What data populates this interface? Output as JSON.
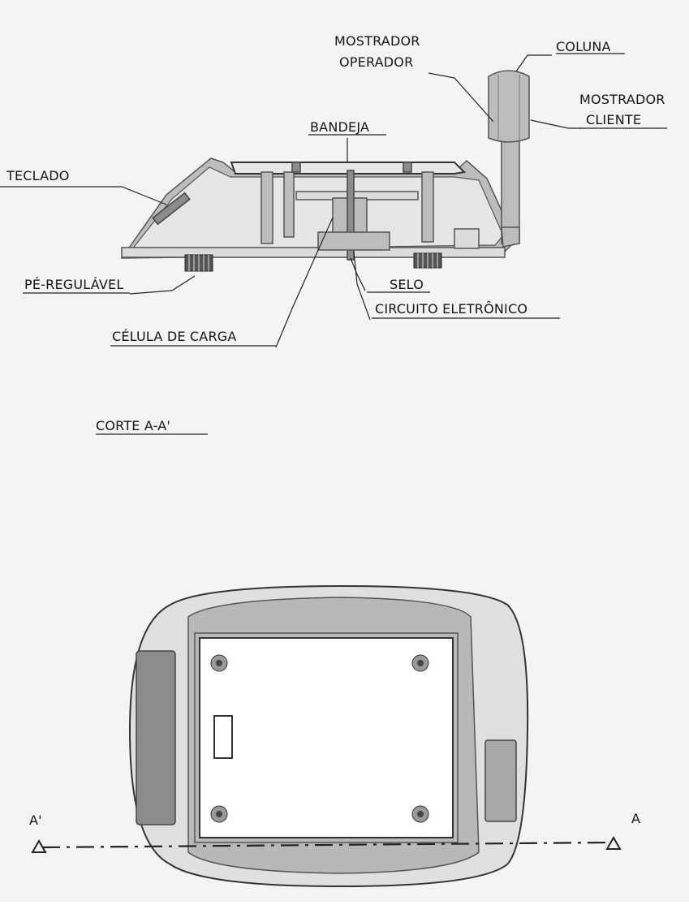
{
  "labels": {
    "mostrador_operador_1": "MOSTRADOR",
    "mostrador_operador_2": "OPERADOR",
    "coluna": "COLUNA",
    "mostrador_cliente_1": "MOSTRADOR",
    "mostrador_cliente_2": "CLIENTE",
    "bandeja": "BANDEJA",
    "teclado": "TECLADO",
    "pe_regulavel": "PÉ-REGULÁVEL",
    "selo": "SELO",
    "circuito_eletronico": "CIRCUITO ELETRÔNICO",
    "celula_de_carga": "CÉLULA DE CARGA",
    "corte": "CORTE A-A'",
    "marker_left": "A'",
    "marker_right": "A"
  }
}
